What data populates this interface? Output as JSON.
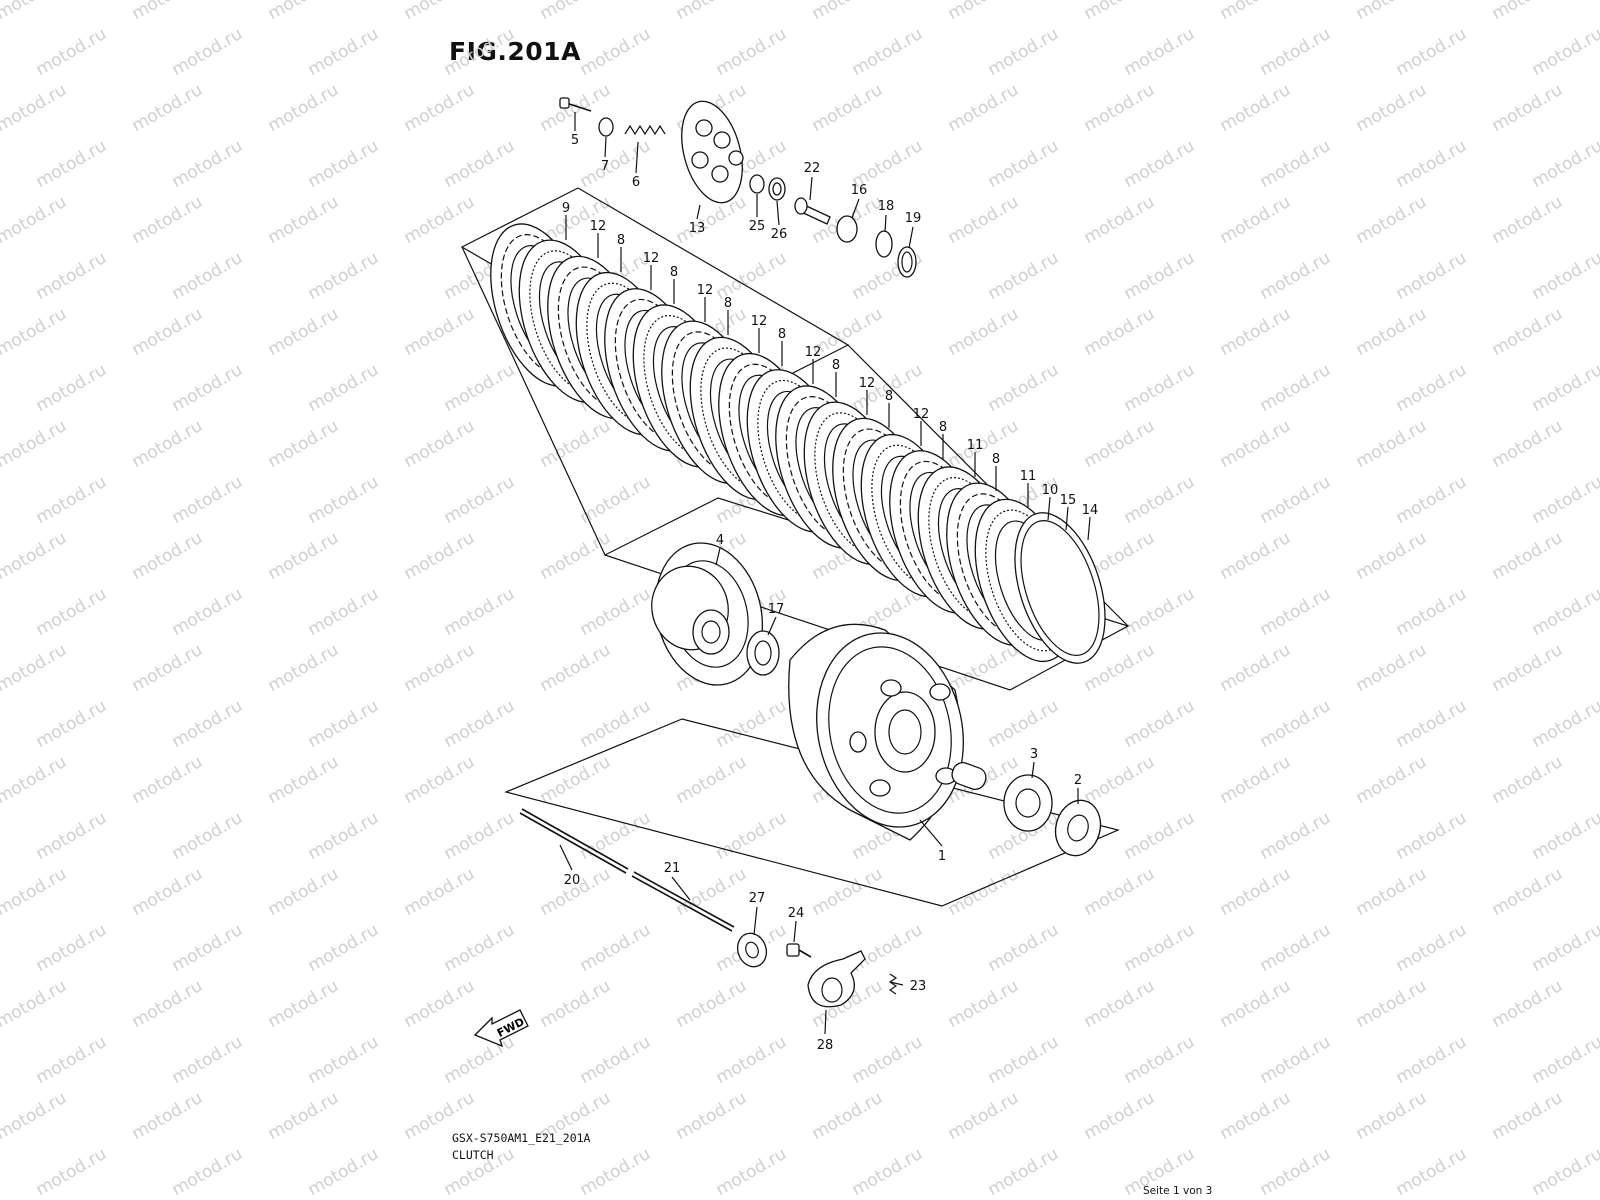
{
  "figure": {
    "title": "FIG.201A"
  },
  "watermark": {
    "text": "motod.ru"
  },
  "fwd_label": "FWD",
  "footer": {
    "model_code": "GSX-S750AM1_E21_201A",
    "section_name": "CLUTCH"
  },
  "page_indicator": "Seite 1 von 3",
  "callouts": {
    "c1": "1",
    "c2": "2",
    "c3": "3",
    "c4": "4",
    "c5": "5",
    "c6": "6",
    "c7": "7",
    "c8a": "8",
    "c8b": "8",
    "c8c": "8",
    "c8d": "8",
    "c8e": "8",
    "c8f": "8",
    "c8g": "8",
    "c8h": "8",
    "c9": "9",
    "c10": "10",
    "c11a": "11",
    "c11b": "11",
    "c12a": "12",
    "c12b": "12",
    "c12c": "12",
    "c12d": "12",
    "c12e": "12",
    "c12f": "12",
    "c12g": "12",
    "c13": "13",
    "c14": "14",
    "c15": "15",
    "c16": "16",
    "c17": "17",
    "c18": "18",
    "c19": "19",
    "c20": "20",
    "c21": "21",
    "c22": "22",
    "c23": "23",
    "c24": "24",
    "c25": "25",
    "c26": "26",
    "c27": "27",
    "c28": "28"
  }
}
